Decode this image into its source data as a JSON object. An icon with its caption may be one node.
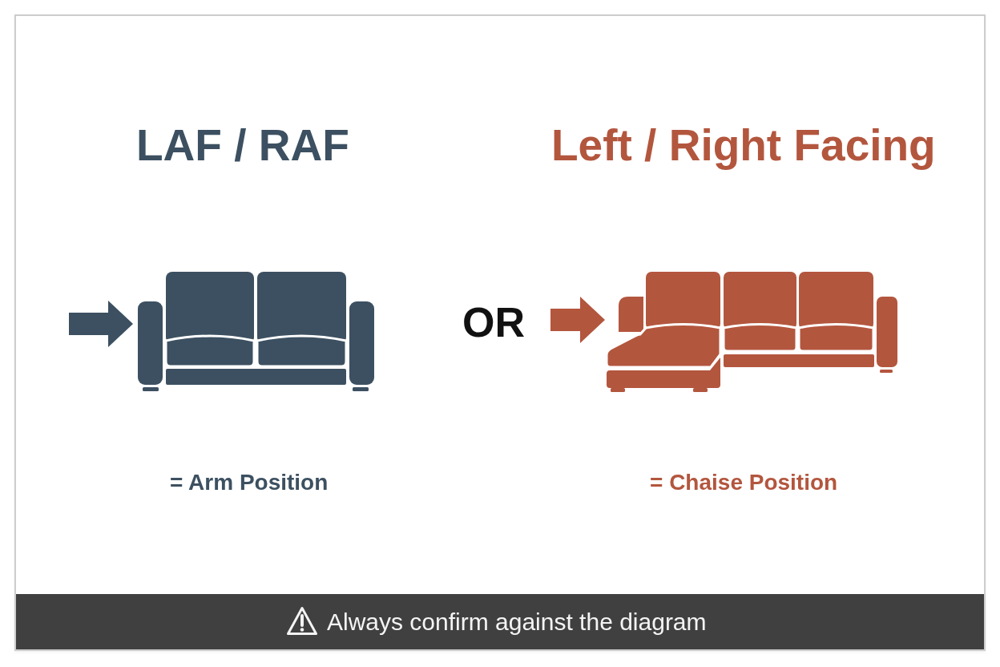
{
  "diagram": {
    "nodes": [
      {
        "text": [],
        "shape": "picture",
        "beside": [
          "LAF / RAF",
          "= Arm Position"
        ]
      },
      {
        "text": [],
        "shape": "picture",
        "beside": [
          "Left / Right Facing",
          "= Chaise Position"
        ]
      }
    ],
    "edges": [
      {
        "from": null,
        "to": 0,
        "arrow": "to",
        "color": "#3c5061"
      },
      {
        "from": null,
        "to": 1,
        "arrow": "to",
        "color": "#b3563e"
      }
    ],
    "labels": [
      "OR",
      "Always confirm against the diagram"
    ]
  }
}
